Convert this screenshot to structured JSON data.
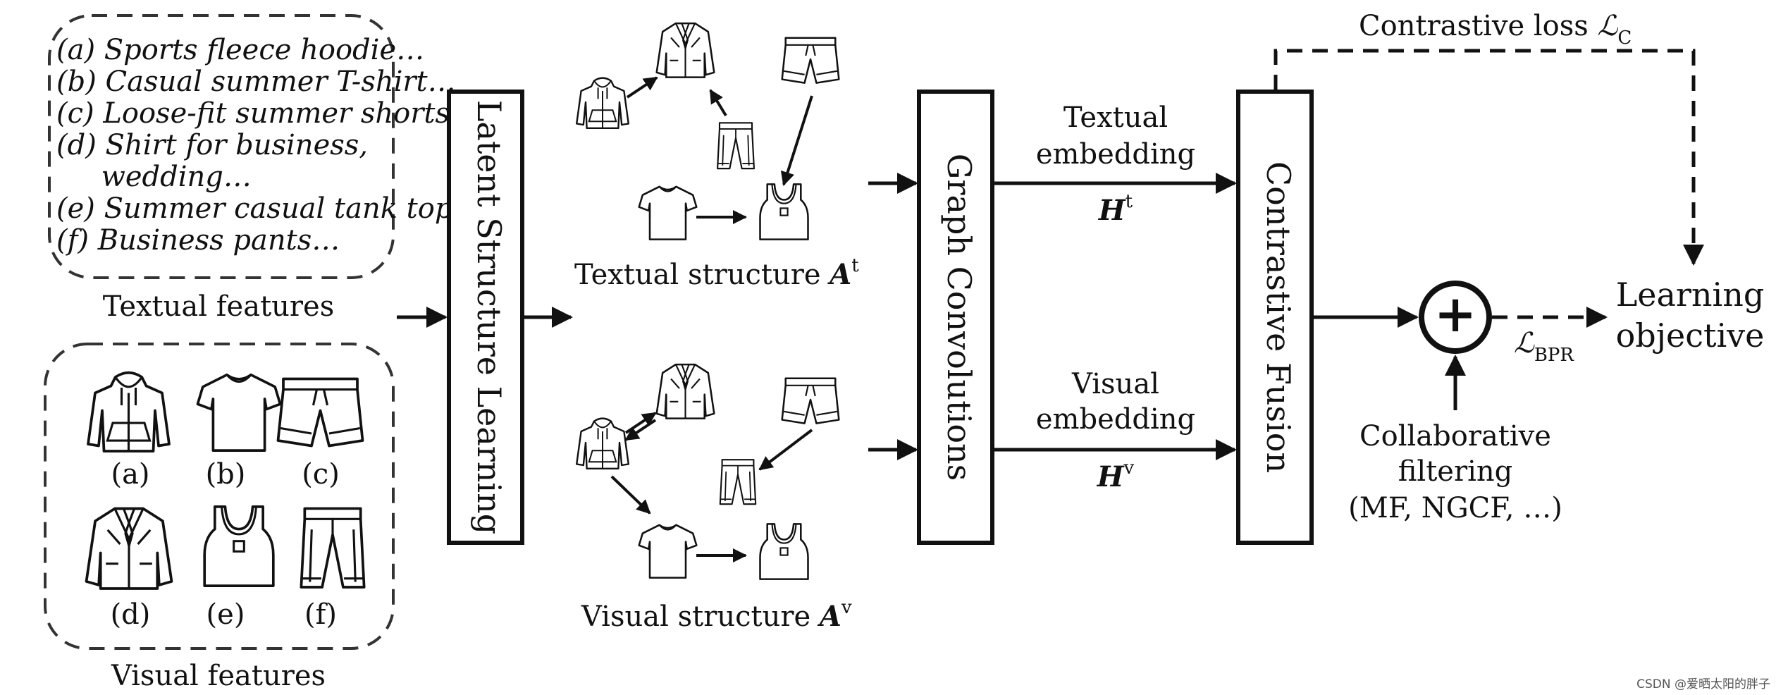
{
  "textual_items": [
    "(a) Sports fleece hoodie…",
    "(b) Casual summer T-shirt…",
    "(c) Loose-fit summer shorts…",
    "(d) Shirt for business,",
    "     wedding…",
    "(e) Summer casual tank top…",
    "(f) Business pants…"
  ],
  "textual_features_label": "Textual features",
  "visual_features_label": "Visual features",
  "visual_item_labels": [
    "(a)",
    "(b)",
    "(c)",
    "(d)",
    "(e)",
    "(f)"
  ],
  "boxes": {
    "lsl": "Latent Structure Learning",
    "gc": "Graph Convolutions",
    "cf": "Contrastive Fusion"
  },
  "textual_structure": {
    "text": "Textual structure ",
    "symbol": "A",
    "sup": "t"
  },
  "visual_structure": {
    "text": "Visual structure ",
    "symbol": "A",
    "sup": "v"
  },
  "textual_embedding": {
    "line1": "Textual",
    "line2": "embedding",
    "symbol": "H",
    "sup": "t"
  },
  "visual_embedding": {
    "line1": "Visual",
    "line2": "embedding",
    "symbol": "H",
    "sup": "v"
  },
  "contrastive_loss": {
    "text": "Contrastive loss ",
    "symbol": "ℒ",
    "sub": "C"
  },
  "bpr_loss": {
    "symbol": "ℒ",
    "sub": "BPR"
  },
  "plus_symbol": "+",
  "learning_objective": {
    "line1": "Learning",
    "line2": "objective"
  },
  "collaborative": {
    "line1": "Collaborative",
    "line2": "filtering",
    "line3": "(MF, NGCF, …)"
  },
  "watermark": "CSDN @爱晒太阳的胖子",
  "icons": [
    "hoodie-icon",
    "tshirt-icon",
    "shorts-icon",
    "blazer-icon",
    "tank-top-icon",
    "pants-icon"
  ]
}
